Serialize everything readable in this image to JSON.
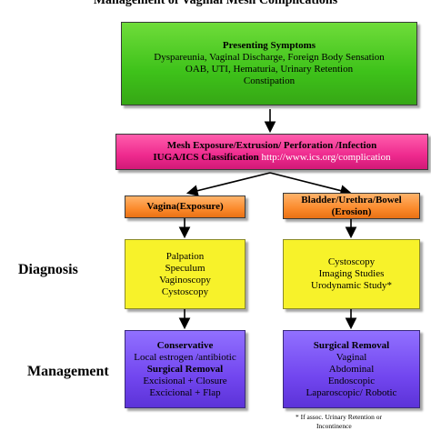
{
  "title": "Management of Vaginal Mesh Complications",
  "presenting": {
    "heading": "Presenting Symptoms",
    "lines": [
      "Dyspareunia, Vaginal Discharge, Foreign Body Sensation",
      "OAB, UTI, Hematuria, Urinary Retention",
      "Constipation"
    ]
  },
  "classification": {
    "line1": "Mesh Exposure/Extrusion/ Perforation /Infection",
    "line2_bold": "IUGA/ICS Classification",
    "line2_link": "http://www.ics.org/complication"
  },
  "left_branch": {
    "label": "Vagina(Exposure)",
    "diagnosis": [
      "Palpation",
      "Speculum",
      "Vaginoscopy",
      "Cystoscopy"
    ],
    "management": {
      "heading1": "Conservative",
      "line1": "Local estrogen /antibiotic",
      "heading2": "Surgical Removal",
      "lines": [
        "Excisional + Closure",
        "Excicional + Flap"
      ]
    }
  },
  "right_branch": {
    "label_line1": "Bladder/Urethra/Bowel",
    "label_line2": "(Erosion)",
    "diagnosis": [
      "Cystoscopy",
      "Imaging Studies",
      "Urodynamic Study*"
    ],
    "management": {
      "heading": "Surgical Removal",
      "lines": [
        "Vaginal",
        "Abdominal",
        "Endoscopic",
        "Laparoscopic/ Robotic"
      ]
    }
  },
  "row_labels": {
    "diagnosis": "Diagnosis",
    "management": "Management"
  },
  "footnote": {
    "line1": "* If assoc. Urinary Retention or",
    "line2": "Incontinence"
  },
  "colors": {
    "green": "#3ec21a",
    "pink": "#ee2a8e",
    "orange": "#fb8a2c",
    "yellow": "#f7f22a",
    "purple": "#7246ef"
  }
}
